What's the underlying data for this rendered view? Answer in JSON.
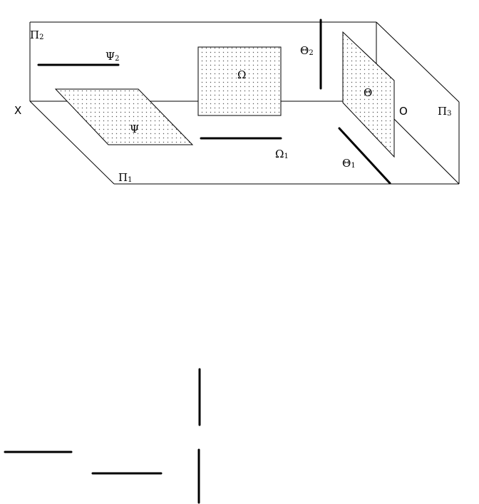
{
  "labels": {
    "pi2": {
      "base": "Π",
      "sub": "2"
    },
    "pi1": {
      "base": "Π",
      "sub": "1"
    },
    "pi3": {
      "base": "Π",
      "sub": "3"
    },
    "x_axis": "X",
    "origin": "O",
    "psi": "Ψ",
    "psi2": {
      "base": "Ψ",
      "sub": "2"
    },
    "omega": "Ω",
    "omega1": {
      "base": "Ω",
      "sub": "1"
    },
    "theta": "Θ",
    "theta2": {
      "base": "Θ",
      "sub": "2"
    },
    "theta1": {
      "base": "Θ",
      "sub": "1"
    }
  },
  "colors": {
    "line": "#000000",
    "dot": "#555555",
    "background": "#ffffff"
  }
}
